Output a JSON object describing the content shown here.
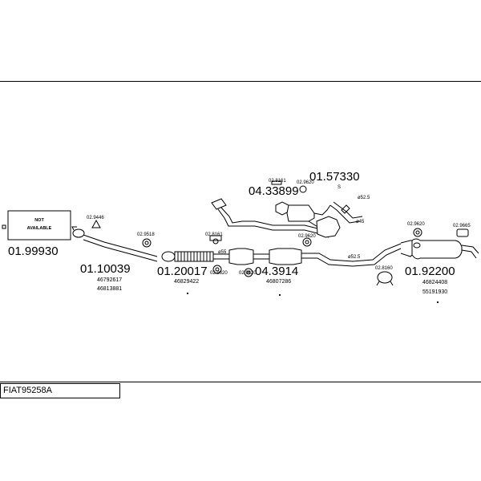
{
  "reference": "FIAT95258A",
  "not_available": [
    "NOT",
    "AVAILABLE"
  ],
  "parts": {
    "p01_99930": "01.99930",
    "p01_10039": "01.10039",
    "p01_20017": "01.20017",
    "p04_3914": "04.3914",
    "p04_33899": "04.33899",
    "p01_57330": "01.57330",
    "p01_92200": "01.92200"
  },
  "oem": {
    "o46792617": "46792617",
    "o46813881": "46813881",
    "o46829422": "46829422",
    "o46807286": "46807286",
    "o46824408": "46824408",
    "o55191930": "55191930"
  },
  "fittings": {
    "f_9446": "02.9446",
    "f_9518": "02.9518",
    "f_8161_a": "02.8161",
    "f_9620_a": "02.9620",
    "f_9620_b": "02.9620",
    "f_8161_b": "02.8161",
    "f_9620_c": "02.9620",
    "f_9620_d": "02.9620",
    "f_8160": "02.8160",
    "f_9620_e": "02.9620",
    "f_9665": "02.9665"
  },
  "dims": {
    "d55": "ø55",
    "d52_5_a": "ø52.5",
    "d52_5_b": "ø52.5",
    "d45": "ø45"
  },
  "marks": {
    "s": "S"
  }
}
